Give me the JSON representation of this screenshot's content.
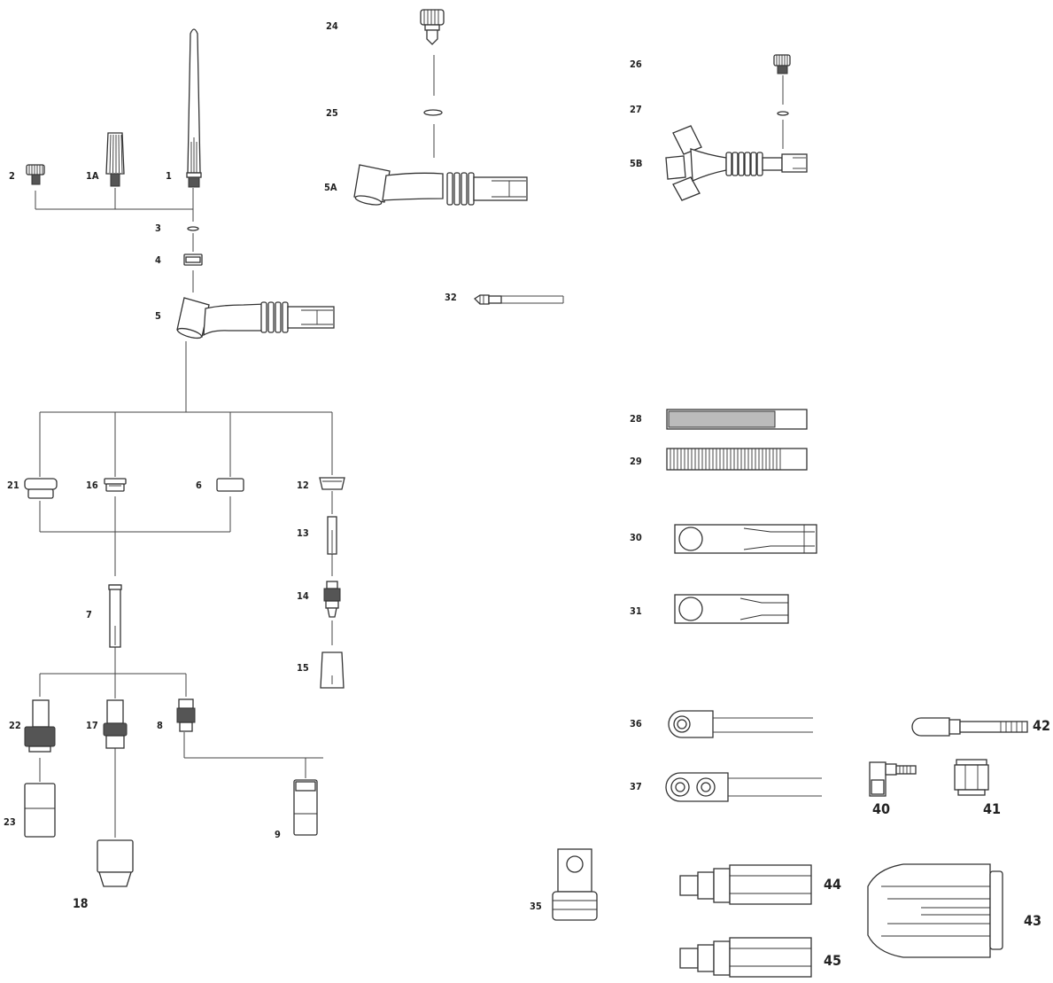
{
  "labels": {
    "p1": "1",
    "p1A": "1A",
    "p2": "2",
    "p3": "3",
    "p4": "4",
    "p5": "5",
    "p5A": "5A",
    "p5B": "5B",
    "p6": "6",
    "p7": "7",
    "p8": "8",
    "p9": "9",
    "p12": "12",
    "p13": "13",
    "p14": "14",
    "p15": "15",
    "p16": "16",
    "p17": "17",
    "p18": "18",
    "p21": "21",
    "p22": "22",
    "p23": "23",
    "p24": "24",
    "p25": "25",
    "p26": "26",
    "p27": "27",
    "p28": "28",
    "p29": "29",
    "p30": "30",
    "p31": "31",
    "p32": "32",
    "p35": "35",
    "p36": "36",
    "p37": "37",
    "p40": "40",
    "p41": "41",
    "p42": "42",
    "p43": "43",
    "p44": "44",
    "p45": "45"
  }
}
